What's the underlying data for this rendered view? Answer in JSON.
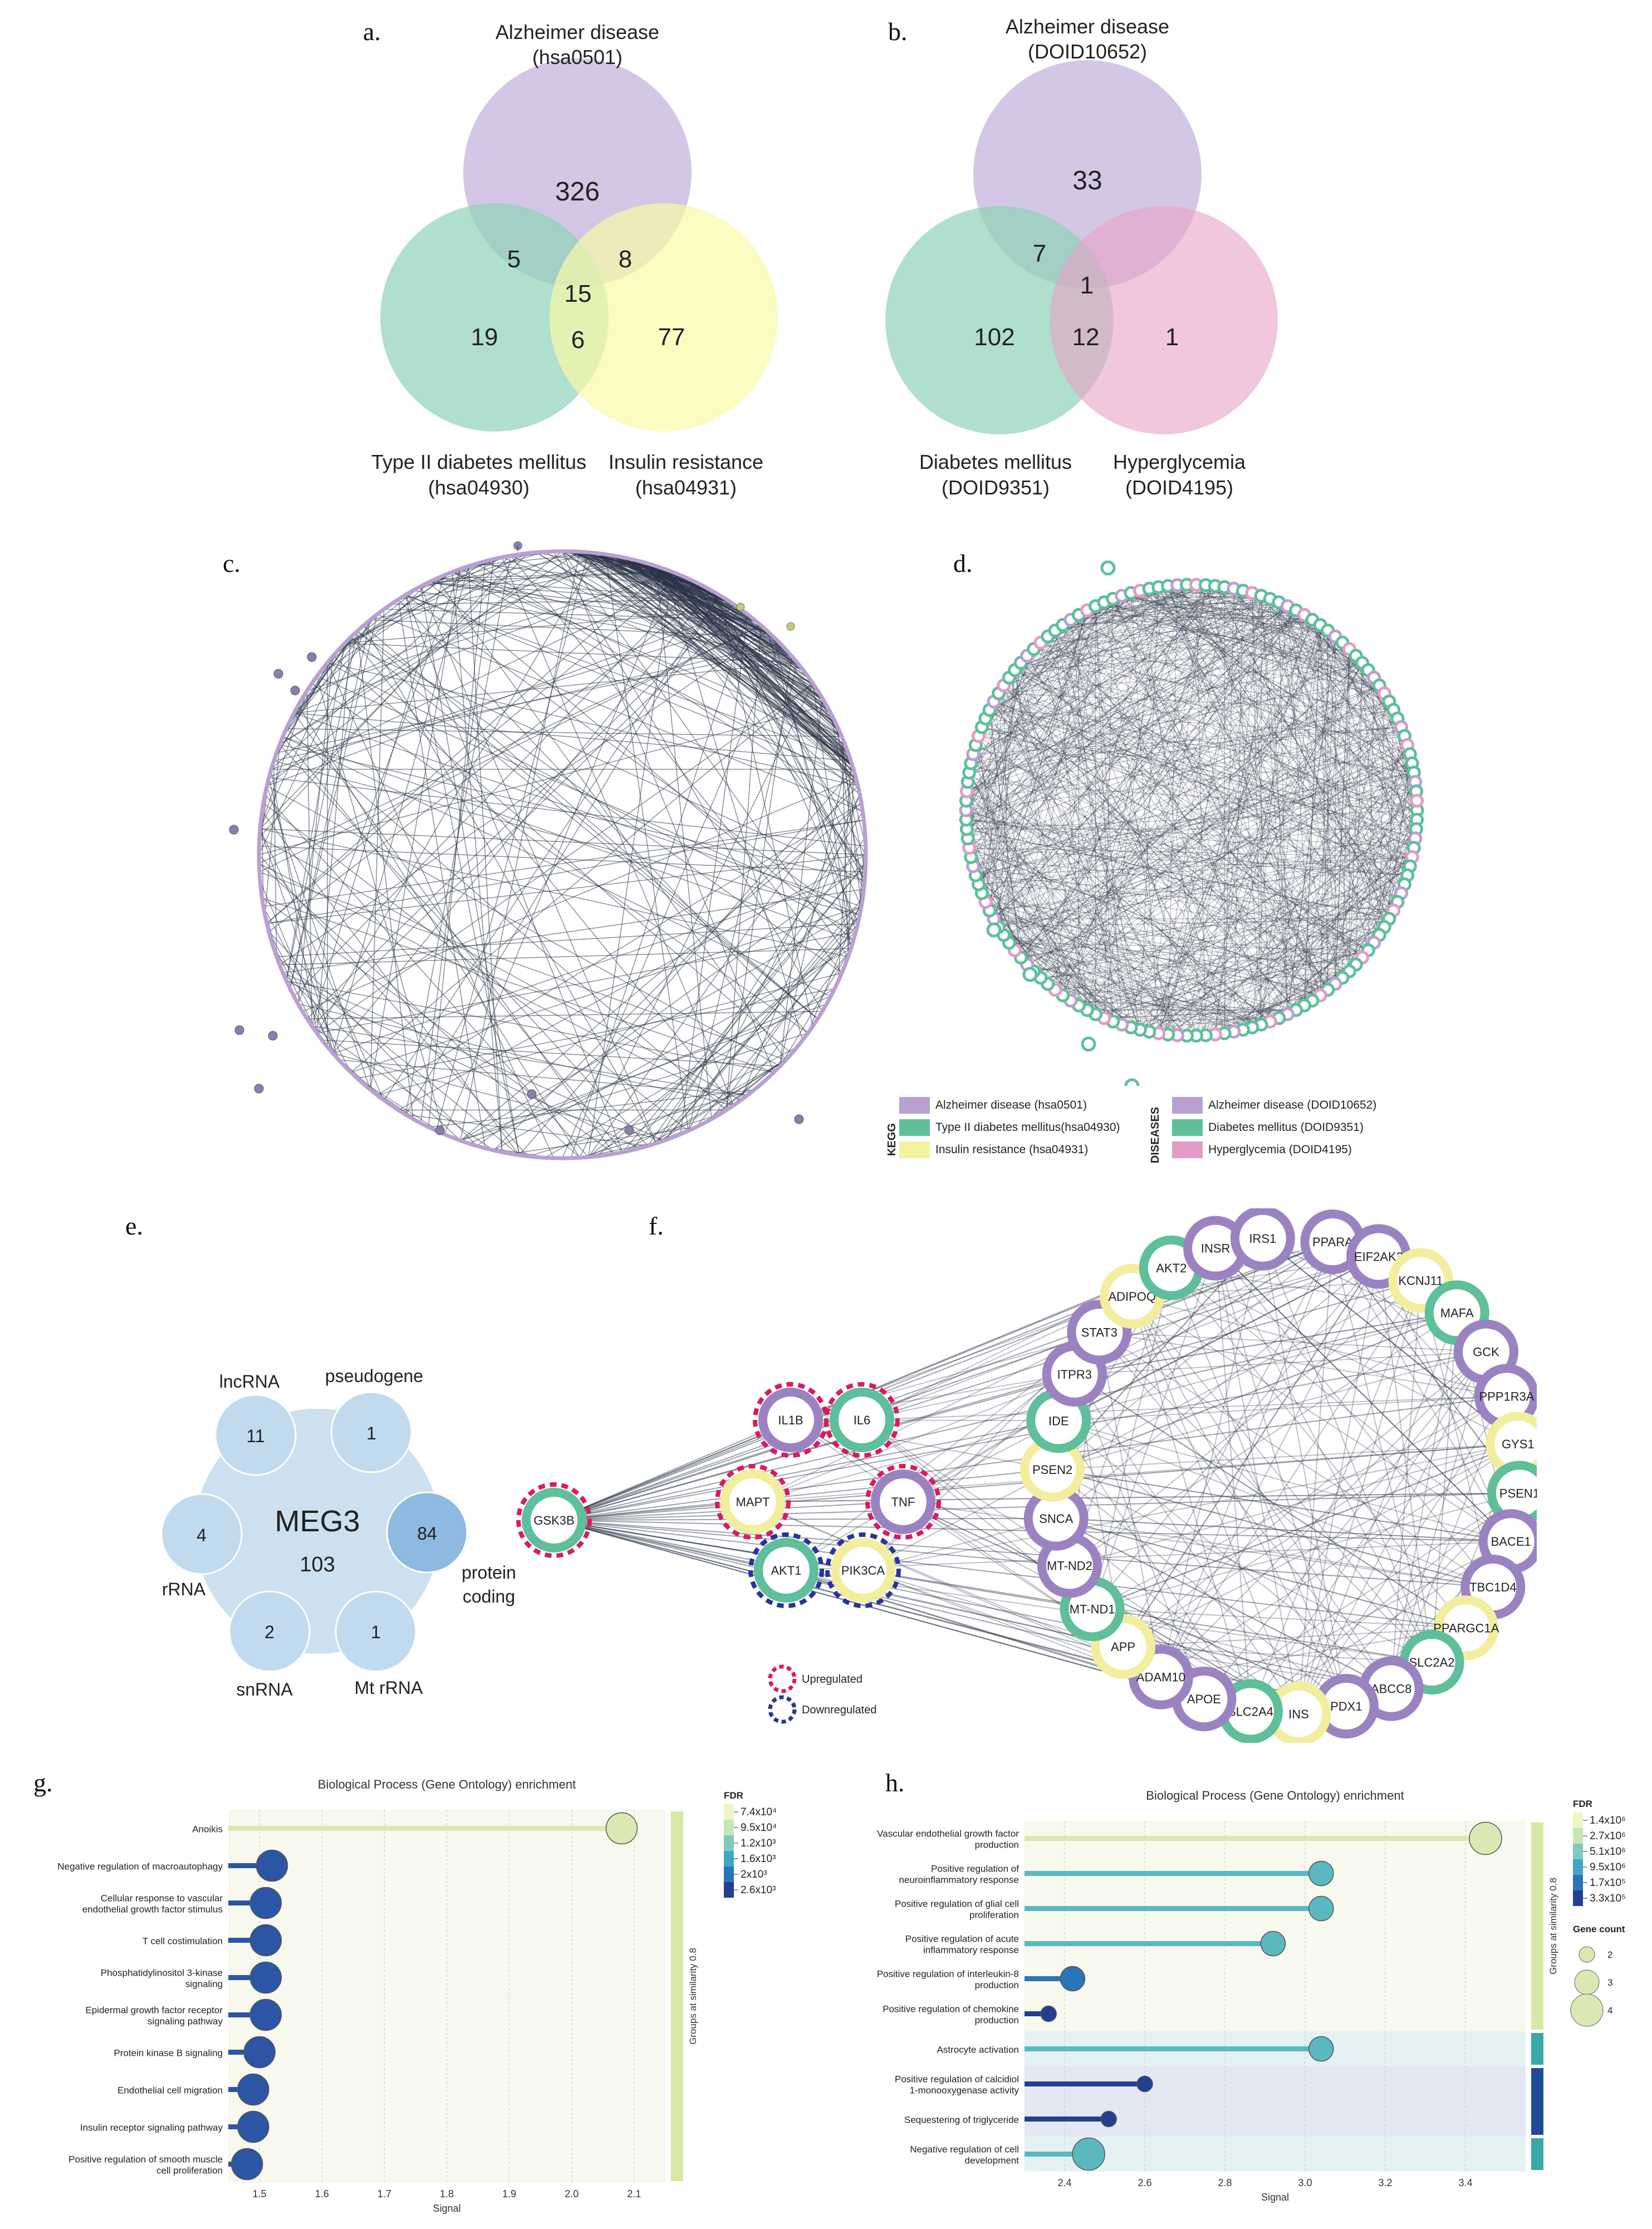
{
  "panels": {
    "a": {
      "label": "a.",
      "sets": [
        {
          "name": "Alzheimer disease",
          "id": "(hsa0501)",
          "color": "#c6b4dc"
        },
        {
          "name": "Type II diabetes mellitus",
          "id": "(hsa04930)",
          "color": "#8fd3b8"
        },
        {
          "name": "Insulin resistance",
          "id": "(hsa04931)",
          "color": "#fafaa8"
        }
      ],
      "counts": {
        "only_1": "326",
        "only_2": "19",
        "only_3": "77",
        "r12": "5",
        "r13": "8",
        "r23": "6",
        "r123": "15"
      }
    },
    "b": {
      "label": "b.",
      "sets": [
        {
          "name": "Alzheimer disease",
          "id": "(DOID10652)",
          "color": "#c6b4dc"
        },
        {
          "name": "Diabetes mellitus",
          "id": "(DOID9351)",
          "color": "#8fd3b8"
        },
        {
          "name": "Hyperglycemia",
          "id": "(DOID4195)",
          "color": "#e7a2c7"
        }
      ],
      "counts": {
        "only_1": "33",
        "only_2": "102",
        "only_3": "1",
        "r12": "7",
        "r23": "12",
        "r123": "1"
      }
    },
    "c": {
      "label": "c."
    },
    "d": {
      "label": "d."
    },
    "legend": {
      "kegg_title": "KEGG",
      "kegg": [
        {
          "label": "Alzheimer disease (hsa0501)",
          "color": "#b9a0d2"
        },
        {
          "label": "Type II diabetes mellitus(hsa04930)",
          "color": "#5fbf9a"
        },
        {
          "label": "Insulin resistance (hsa04931)",
          "color": "#f5f2a0"
        }
      ],
      "dis_title": "DISEASES",
      "diseases": [
        {
          "label": "Alzheimer disease (DOID10652)",
          "color": "#b9a0d2"
        },
        {
          "label": "Diabetes mellitus (DOID9351)",
          "color": "#5fbf9a"
        },
        {
          "label": "Hyperglycemia (DOID4195)",
          "color": "#e29bc4"
        }
      ]
    },
    "e": {
      "label": "e.",
      "center_name": "MEG3",
      "center_count": "103",
      "satellites": [
        {
          "label": "lncRNA",
          "count": "11"
        },
        {
          "label": "pseudogene",
          "count": "1"
        },
        {
          "label": "protein coding",
          "count": "84"
        },
        {
          "label": "Mt rRNA",
          "count": "1"
        },
        {
          "label": "snRNA",
          "count": "2"
        },
        {
          "label": "rRNA",
          "count": "4"
        }
      ]
    },
    "f": {
      "label": "f.",
      "hub": "GSK3B",
      "mid_nodes": [
        "IL1B",
        "IL6",
        "MAPT",
        "TNF",
        "AKT1",
        "PIK3CA"
      ],
      "ring_nodes": [
        "PPARA",
        "EIF2AK3",
        "KCNJ11",
        "MAFA",
        "GCK",
        "PPP1R3A",
        "GYS1",
        "PSEN1",
        "BACE1",
        "TBC1D4",
        "PPARGC1A",
        "SLC2A2",
        "ABCC8",
        "PDX1",
        "INS",
        "SLC2A4",
        "APOE",
        "ADAM10",
        "APP",
        "MT-ND1",
        "MT-ND2",
        "SNCA",
        "PSEN2",
        "IDE",
        "ITPR3",
        "STAT3",
        "ADIPOQ",
        "AKT2",
        "INSR",
        "IRS1"
      ],
      "legend": {
        "up": "Upregulated",
        "down": "Downregulated",
        "up_color": "#d81b60",
        "down_color": "#283593"
      }
    },
    "g": {
      "label": "g.",
      "title": "Biological Process (Gene Ontology) enrichment",
      "xlabel": "Signal",
      "side_label": "Groups at similarity 0.8",
      "legend_title": "FDR",
      "legend_ticks": [
        "7.4x10⁴",
        "9.5x10⁴",
        "1.2x10³",
        "1.6x10³",
        "2x10³",
        "2.6x10³"
      ]
    },
    "h": {
      "label": "h.",
      "title": "Biological Process (Gene Ontology) enrichment",
      "xlabel": "Signal",
      "side_label": "Groups at similarity 0.8",
      "legend_title": "FDR",
      "legend_ticks": [
        "1.4x10⁶",
        "2.7x10⁶",
        "5.1x10⁶",
        "9.5x10⁶",
        "1.7x10⁵",
        "3.3x10⁵"
      ],
      "size_title": "Gene count",
      "size_ticks": [
        "2",
        "3",
        "4"
      ]
    }
  },
  "chart_data": [
    {
      "type": "lollipop",
      "panel": "g",
      "title": "Biological Process (Gene Ontology) enrichment",
      "xlabel": "Signal",
      "xlim": [
        1.45,
        2.15
      ],
      "xticks": [
        "1.5",
        "1.6",
        "1.7",
        "1.8",
        "1.9",
        "2.0",
        "2.1"
      ],
      "categories": [
        "Anoikis",
        "Negative regulation of macroautophagy",
        "Cellular response to vascular endothelial growth factor stimulus",
        "T cell costimulation",
        "Phosphatidylinositol 3-kinase signaling",
        "Epidermal growth factor receptor signaling pathway",
        "Protein kinase B signaling",
        "Endothelial cell migration",
        "Insulin receptor signaling pathway",
        "Positive regulation of smooth muscle cell proliferation"
      ],
      "labels": [
        [
          "Anoikis"
        ],
        [
          "Negative regulation of macroautophagy"
        ],
        [
          "Cellular response to vascular",
          "endothelial growth factor stimulus"
        ],
        [
          "T cell costimulation"
        ],
        [
          "Phosphatidylinositol 3-kinase",
          "signaling"
        ],
        [
          "Epidermal growth factor receptor",
          "signaling pathway"
        ],
        [
          "Protein kinase B signaling"
        ],
        [
          "Endothelial cell migration"
        ],
        [
          "Insulin receptor signaling pathway"
        ],
        [
          "Positive regulation of smooth muscle",
          "cell proliferation"
        ]
      ],
      "values": [
        2.08,
        1.52,
        1.51,
        1.51,
        1.51,
        1.51,
        1.5,
        1.49,
        1.49,
        1.48
      ],
      "colors": [
        "#dbe8b4",
        "#2c55a3",
        "#2c55a3",
        "#2c55a3",
        "#2c55a3",
        "#2c55a3",
        "#2c55a3",
        "#2c55a3",
        "#2c55a3",
        "#2c55a3"
      ]
    },
    {
      "type": "lollipop",
      "panel": "h",
      "title": "Biological Process (Gene Ontology) enrichment",
      "xlabel": "Signal",
      "xlim": [
        2.3,
        3.55
      ],
      "xticks": [
        "2.4",
        "2.6",
        "2.8",
        "3.0",
        "3.2",
        "3.4"
      ],
      "categories": [
        "Vascular endothelial growth factor production",
        "Positive regulation of neuroinflammatory response",
        "Positive regulation of glial cell proliferation",
        "Positive regulation of acute inflammatory response",
        "Positive regulation of interleukin-8 production",
        "Positive regulation of chemokine production",
        "Astrocyte activation",
        "Positive regulation of calcidiol 1-monooxygenase activity",
        "Sequestering of triglyceride",
        "Negative regulation of cell development"
      ],
      "labels": [
        [
          "Vascular endothelial growth factor",
          "production"
        ],
        [
          "Positive regulation of",
          "neuroinflammatory response"
        ],
        [
          "Positive regulation of glial cell",
          "proliferation"
        ],
        [
          "Positive regulation of acute",
          "inflammatory response"
        ],
        [
          "Positive regulation of interleukin-8",
          "production"
        ],
        [
          "Positive regulation of chemokine",
          "production"
        ],
        [
          "Astrocyte activation"
        ],
        [
          "Positive regulation of calcidiol",
          "1-monooxygenase activity"
        ],
        [
          "Sequestering of triglyceride"
        ],
        [
          "Negative regulation of cell",
          "development"
        ]
      ],
      "values": [
        3.45,
        3.04,
        3.04,
        2.92,
        2.42,
        2.36,
        3.04,
        2.6,
        2.51,
        2.46
      ],
      "gene_count": [
        4,
        3,
        3,
        3,
        3,
        2,
        3,
        2,
        2,
        4
      ],
      "colors": [
        "#dbe8b4",
        "#5bb8c0",
        "#5bb8c0",
        "#5bb8c0",
        "#2a74b8",
        "#243f8f",
        "#5bb8c0",
        "#243f8f",
        "#243f8f",
        "#5bb8c0"
      ]
    }
  ]
}
